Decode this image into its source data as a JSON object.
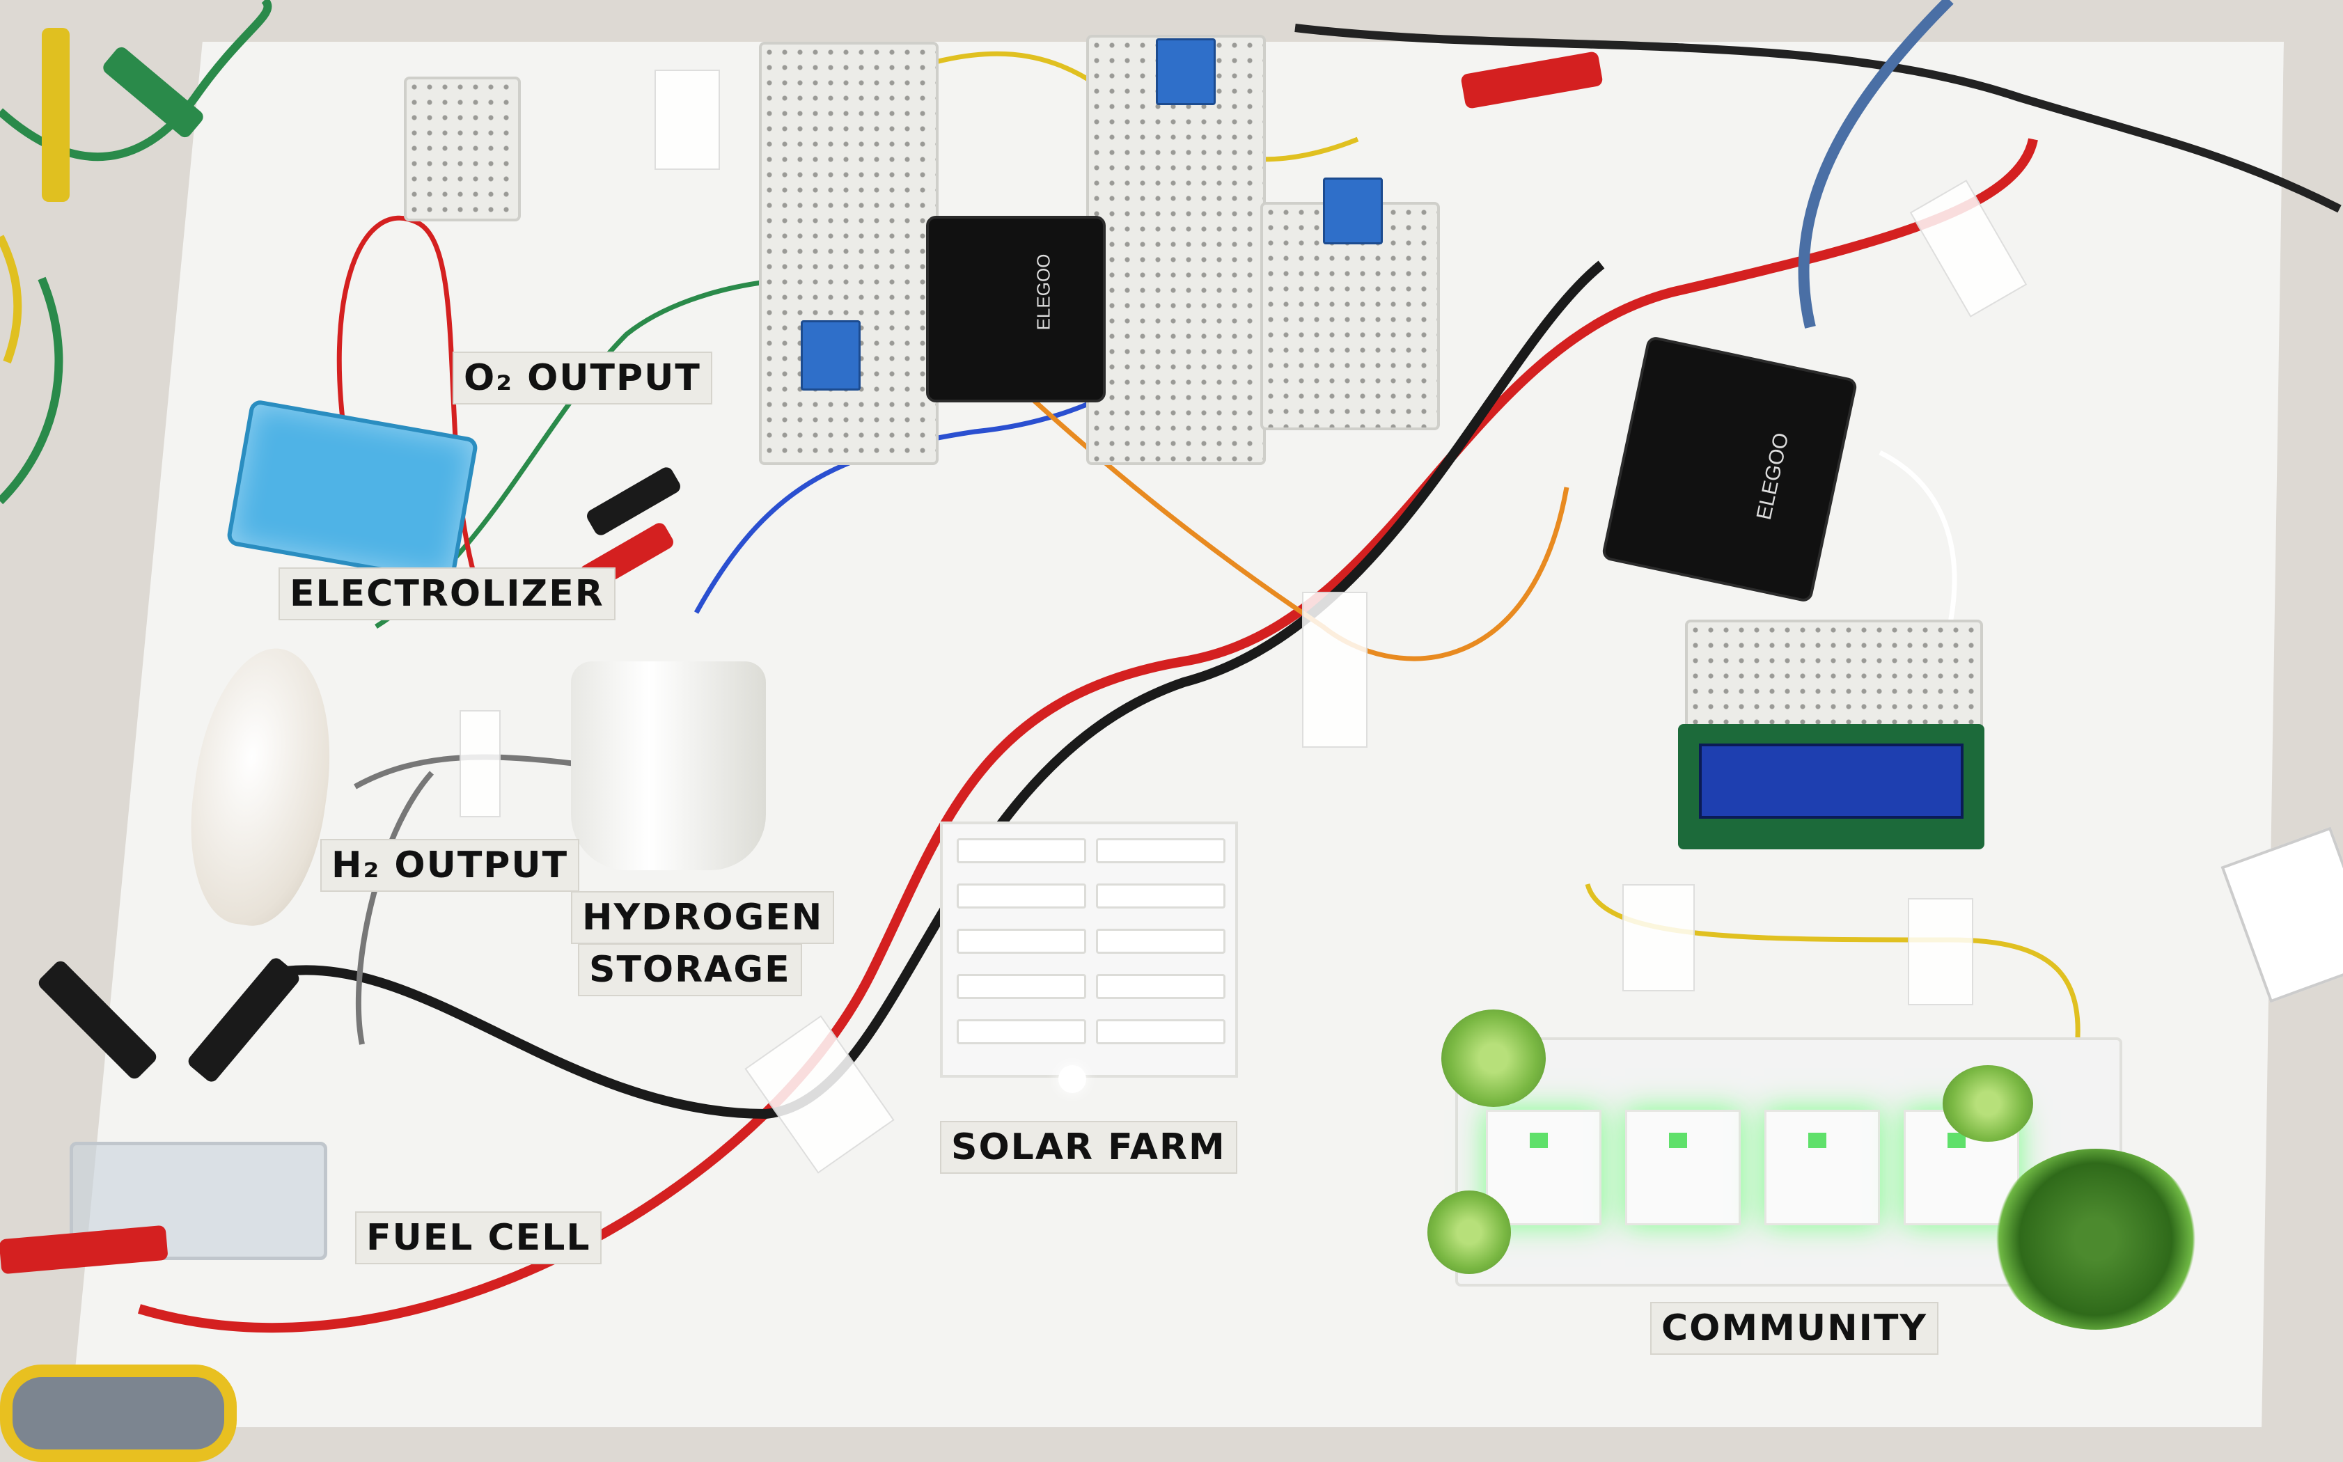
{
  "labels": {
    "o2_output": "O₂ OUTPUT",
    "electrolizer": "ELECTROLIZER",
    "h2_output": "H₂ OUTPUT",
    "hydrogen": "HYDROGEN",
    "storage": "STORAGE",
    "solar_farm": "SOLAR FARM",
    "fuel_cell": "FUEL CELL",
    "community": "COMMUNITY"
  },
  "board_brand": "ELEGOO",
  "colors": {
    "board": "#f4f4f2",
    "table": "#ddd9d3",
    "wire_red": "#d42020",
    "wire_black": "#1a1a1a",
    "electrolyzer": "#4fb3e6",
    "lcd": "#1e3fb0",
    "house_glow": "#5fe06a"
  }
}
